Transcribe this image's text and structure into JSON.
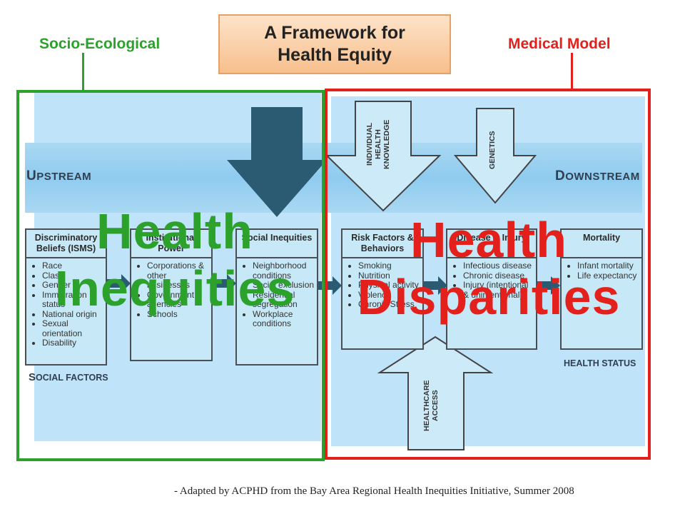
{
  "title": {
    "line1": "A Framework for",
    "line2": "Health Equity"
  },
  "left_model": {
    "label": "Socio-Ecological",
    "color": "#2ca12c"
  },
  "right_model": {
    "label": "Medical Model",
    "color": "#e3201c"
  },
  "upstream": {
    "first": "U",
    "rest": "PSTREAM"
  },
  "downstream": {
    "first": "D",
    "rest": "OWNSTREAM"
  },
  "boxes": [
    {
      "id": "discriminatory",
      "title": "Discriminatory Beliefs (ISMS)",
      "items": [
        "Race",
        "Class",
        "Gender",
        "Immigration status",
        "National origin",
        "Sexual orientation",
        "Disability"
      ]
    },
    {
      "id": "institutional",
      "title": "Institutional Power",
      "items": [
        "Corporations & other businesses",
        "Government agencies",
        "Schools"
      ]
    },
    {
      "id": "social-inequities",
      "title": "Social Inequities",
      "items": [
        "Neighborhood conditions",
        "Social exclusion",
        "Residential segregation",
        "Workplace conditions"
      ]
    },
    {
      "id": "risk-factors",
      "title": "Risk Factors & Behaviors",
      "items": [
        "Smoking",
        "Nutrition",
        "Physical activity",
        "Violence",
        "Chronic Stress"
      ]
    },
    {
      "id": "disease",
      "title": "Disease & Injury",
      "items": [
        "Infectious disease",
        "Chronic disease",
        "Injury (intentional & unintentional)"
      ]
    },
    {
      "id": "mortality",
      "title": "Mortality",
      "items": [
        "Infant mortality",
        "Life expectancy"
      ]
    }
  ],
  "arrows": {
    "individual": "INDIVIDUAL HEALTH KNOWLEDGE",
    "genetics": "GENETICS",
    "healthcare": "HEALTHCARE ACCESS"
  },
  "section_labels": {
    "social_factors_first": "S",
    "social_factors_rest": "OCIAL FACTORS",
    "health_status": "HEALTH STATUS"
  },
  "overlays": {
    "inequities_line1": "Health",
    "inequities_line2": "Inequities",
    "disparities_line1": "Health",
    "disparities_line2": "Disparities"
  },
  "footnote": "- Adapted by ACPHD from the Bay Area Regional Health Inequities Initiative, Summer 2008"
}
